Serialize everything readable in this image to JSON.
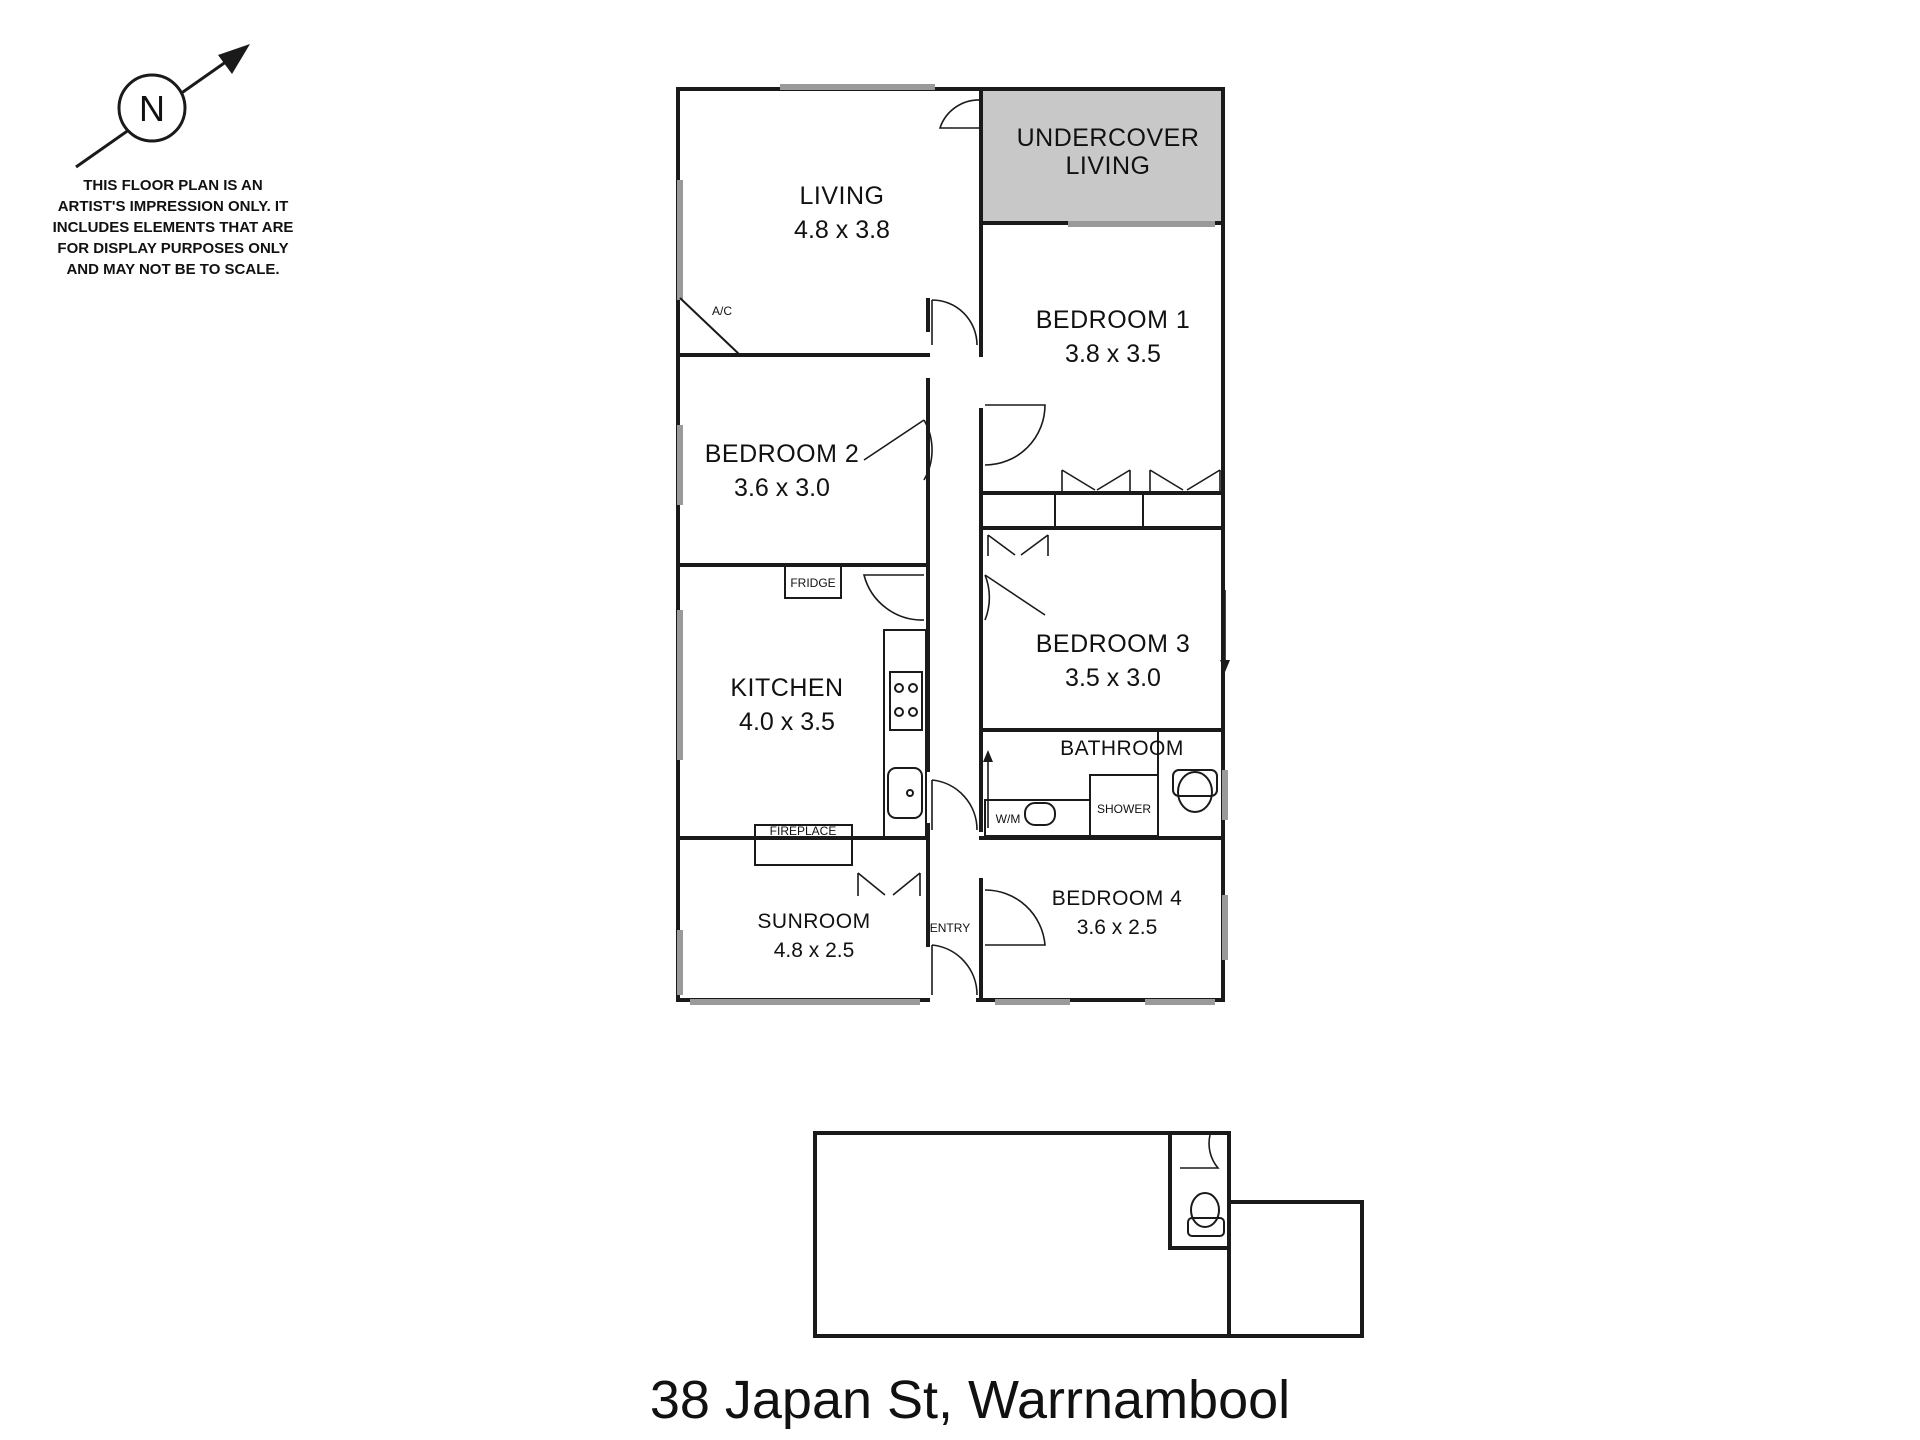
{
  "compass": {
    "label": "N"
  },
  "disclaimer": [
    "THIS FLOOR PLAN IS AN",
    "ARTIST'S IMPRESSION ONLY. IT",
    "INCLUDES ELEMENTS THAT ARE",
    "FOR DISPLAY PURPOSES ONLY",
    "AND MAY NOT BE TO SCALE."
  ],
  "rooms": {
    "undercover": {
      "line1": "UNDERCOVER",
      "line2": "LIVING"
    },
    "living": {
      "name": "LIVING",
      "dims": "4.8 x 3.8"
    },
    "bedroom1": {
      "name": "BEDROOM 1",
      "dims": "3.8 x 3.5"
    },
    "bedroom2": {
      "name": "BEDROOM 2",
      "dims": "3.6 x 3.0"
    },
    "bedroom3": {
      "name": "BEDROOM 3",
      "dims": "3.5 x 3.0"
    },
    "kitchen": {
      "name": "KITCHEN",
      "dims": "4.0 x 3.5"
    },
    "bathroom": {
      "name": "BATHROOM"
    },
    "sunroom": {
      "name": "SUNROOM",
      "dims": "4.8 x 2.5"
    },
    "bedroom4": {
      "name": "BEDROOM 4",
      "dims": "3.6 x 2.5"
    }
  },
  "fixtures": {
    "ac": "A/C",
    "fridge": "FRIDGE",
    "fireplace": "FIREPLACE",
    "washing_machine": "W/M",
    "shower": "SHOWER",
    "entry": "ENTRY"
  },
  "address": "38 Japan St, Warrnambool",
  "colors": {
    "undercover_fill": "#c8c8c8",
    "wall": "#1a1a1a",
    "window": "#9a9a9a"
  }
}
